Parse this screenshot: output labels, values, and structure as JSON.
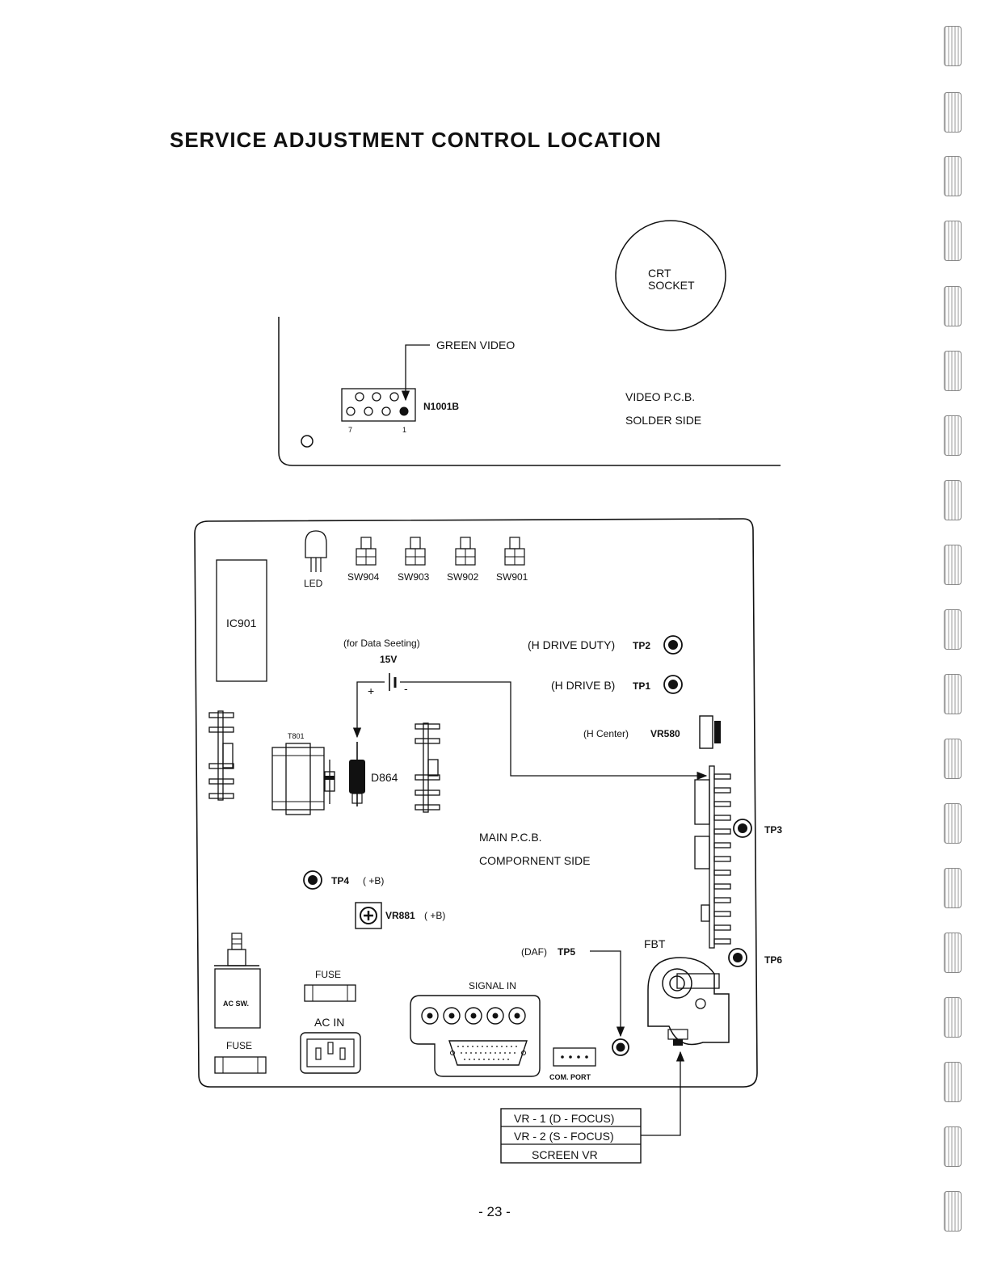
{
  "title": "SERVICE ADJUSTMENT CONTROL LOCATION",
  "page_number": "- 23 -",
  "video_pcb": {
    "crt_socket_line1": "CRT",
    "crt_socket_line2": "SOCKET",
    "green_video": "GREEN  VIDEO",
    "connector": "N1001B",
    "pin_left": "7",
    "pin_right": "1",
    "board_line1": "VIDEO  P.C.B.",
    "board_line2": "SOLDER  SIDE"
  },
  "main_pcb": {
    "ic": "IC901",
    "led": "LED",
    "switches": [
      "SW904",
      "SW903",
      "SW902",
      "SW901"
    ],
    "data_setting": "(for Data Seeting)",
    "voltage": "15V",
    "plus": "+",
    "minus": "-",
    "tp2_desc": "(H DRIVE DUTY)",
    "tp2": "TP2",
    "tp1_desc": "(H DRIVE B)",
    "tp1": "TP1",
    "vr_desc": "(H Center)",
    "vr": "VR580",
    "transformer": "T801",
    "diode": "D864",
    "tp3": "TP3",
    "board_line1": "MAIN  P.C.B.",
    "board_line2": "COMPORNENT  SIDE",
    "tp4": "TP4",
    "tp4_desc": "( +B)",
    "vr881": "VR881",
    "vr881_desc": "( +B)",
    "fbt": "FBT",
    "daf_desc": "(DAF)",
    "tp5": "TP5",
    "tp6": "TP6",
    "ac_sw": "AC SW.",
    "fuse_upper": "FUSE",
    "fuse_lower": "FUSE",
    "ac_in": "AC IN",
    "signal_in": "SIGNAL  IN",
    "com_port": "COM. PORT"
  },
  "fbt_controls": [
    "VR - 1 (D - FOCUS)",
    "VR - 2 (S - FOCUS)",
    "SCREEN VR"
  ]
}
